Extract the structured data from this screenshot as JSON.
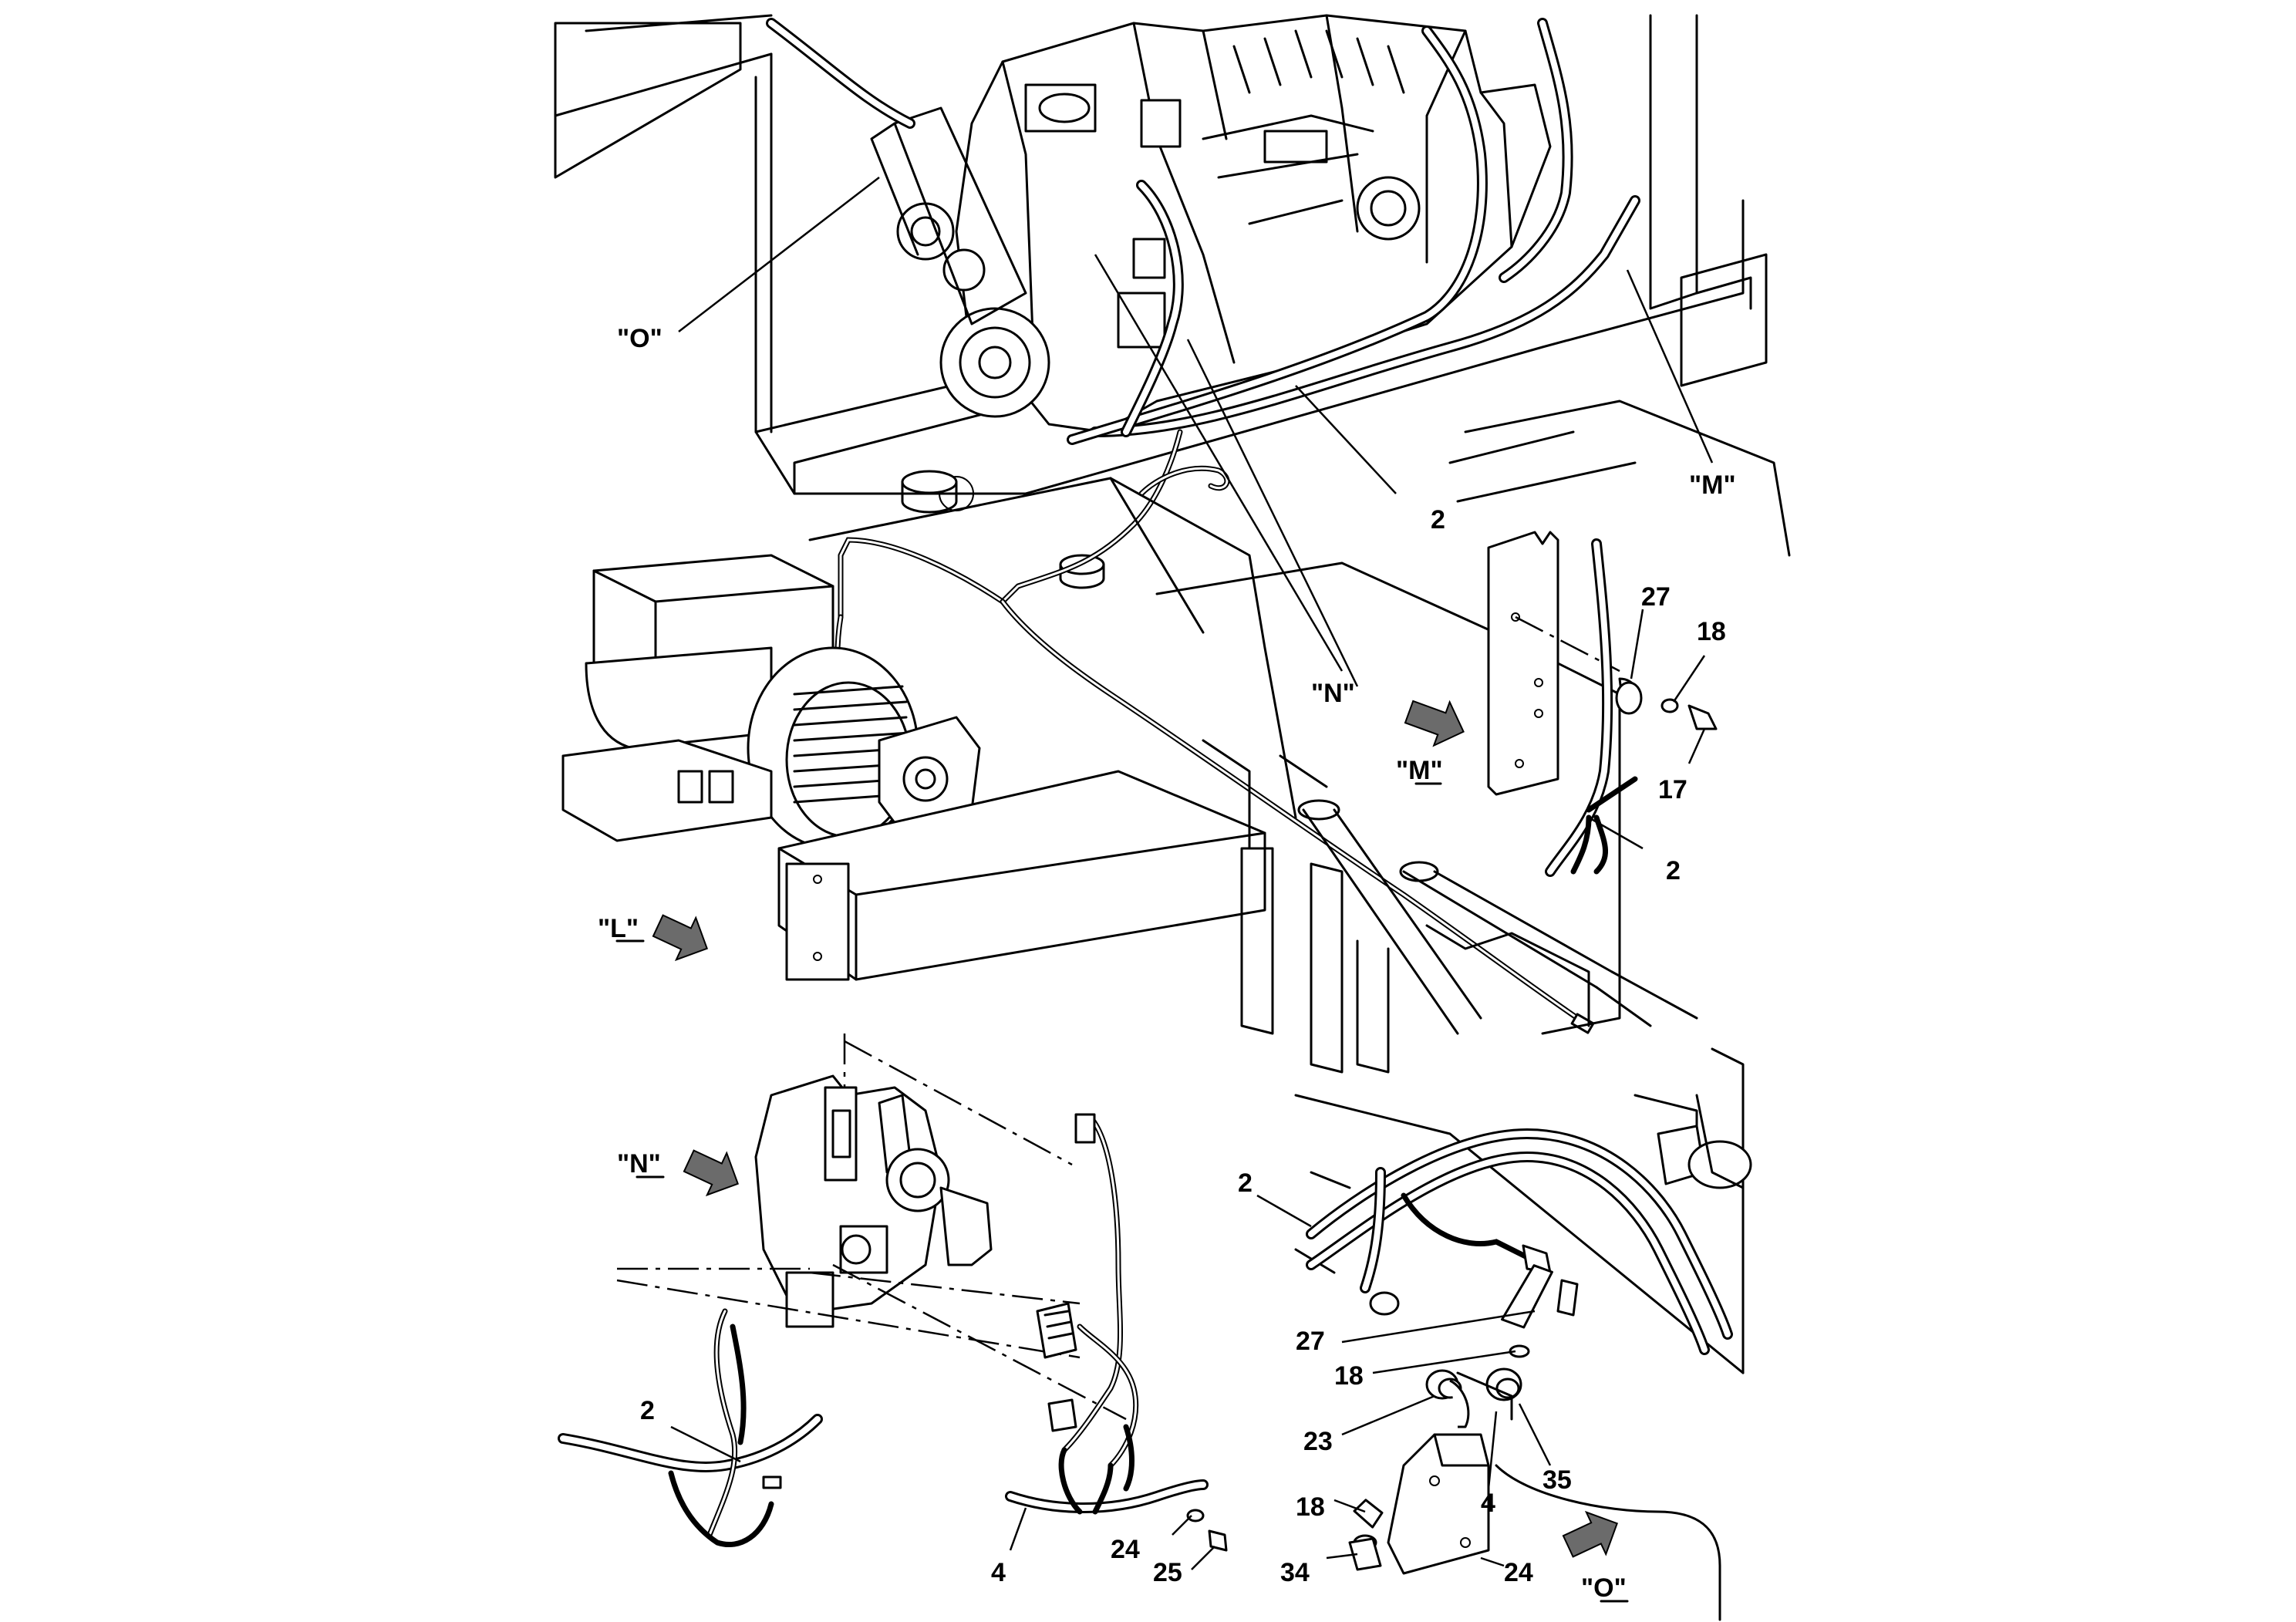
{
  "labels": {
    "view_o": "\"O\"",
    "view_m": "\"M\"",
    "view_n": "\"N\"",
    "view_m_detail": "\"M\"",
    "view_l_detail": "\"L\"",
    "view_n_detail": "\"N\"",
    "view_o_detail": "\"O\"",
    "main_2": "2",
    "m_27": "27",
    "m_18": "18",
    "m_17": "17",
    "m_2": "2",
    "n_2": "2",
    "n_4": "4",
    "n_24": "24",
    "n_25": "25",
    "o_2": "2",
    "o_27": "27",
    "o_18a": "18",
    "o_23": "23",
    "o_4": "4",
    "o_35": "35",
    "o_18b": "18",
    "o_34": "34",
    "o_24": "24"
  }
}
